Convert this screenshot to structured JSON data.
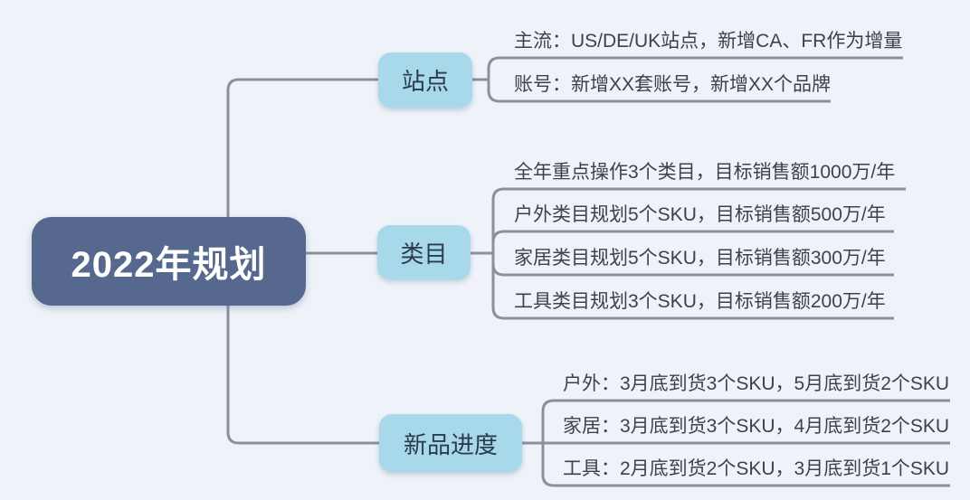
{
  "diagram": {
    "type": "mindmap",
    "root": {
      "label": "2022年规划"
    },
    "branches": [
      {
        "label": "站点",
        "children": [
          "主流：US/DE/UK站点，新增CA、FR作为增量",
          "账号：新增XX套账号，新增XX个品牌"
        ]
      },
      {
        "label": "类目",
        "children": [
          "全年重点操作3个类目，目标销售额1000万/年",
          "户外类目规划5个SKU，目标销售额500万/年",
          "家居类目规划5个SKU，目标销售额300万/年",
          "工具类目规划3个SKU，目标销售额200万/年"
        ]
      },
      {
        "label": "新品进度",
        "children": [
          "户外：3月底到货3个SKU，5月底到货2个SKU",
          "家居：3月底到货3个SKU，4月底到货2个SKU",
          "工具：2月底到货2个SKU，3月底到货1个SKU"
        ]
      }
    ],
    "colors": {
      "background": "#eff3f9",
      "root_fill": "#57688f",
      "root_text": "#ffffff",
      "branch_fill": "#a8d9ea",
      "branch_text": "#2c3a4d",
      "leaf_text": "#3b424e",
      "connector": "#8b909c"
    }
  }
}
